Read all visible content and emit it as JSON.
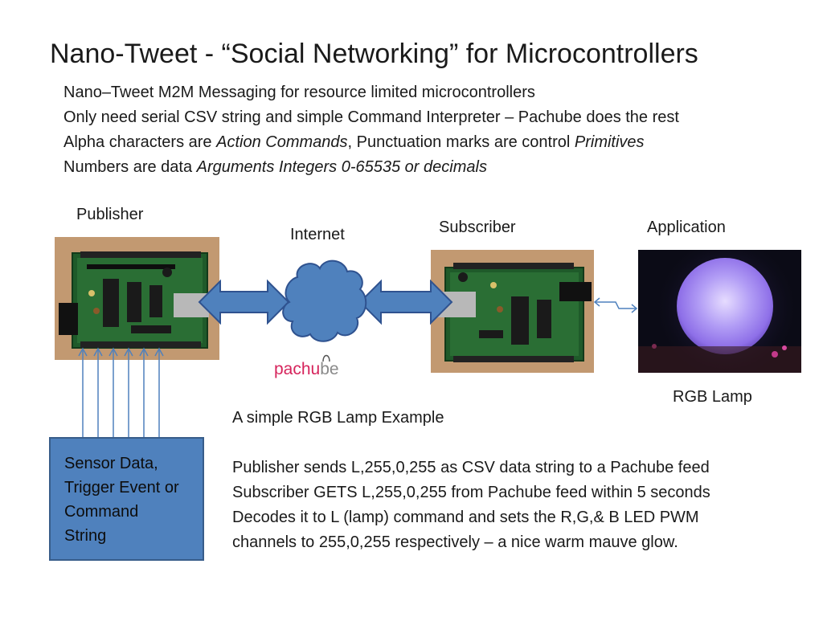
{
  "title": "Nano-Tweet  - “Social Networking” for Microcontrollers",
  "intro": {
    "line1": "Nano–Tweet M2M Messaging for resource limited microcontrollers",
    "line2": "Only need serial CSV string and simple Command Interpreter – Pachube does the rest",
    "line3_a": "Alpha characters are ",
    "line3_b": "Action Commands",
    "line3_c": ", Punctuation marks are  control ",
    "line3_d": "Primitives",
    "line4_a": "Numbers are data ",
    "line4_b": "Arguments Integers 0-65535 or decimals"
  },
  "labels": {
    "publisher": "Publisher",
    "internet": "Internet",
    "subscriber": "Subscriber",
    "application": "Application",
    "rgb_lamp": "RGB Lamp"
  },
  "logo": {
    "part1": "pachu",
    "part2": "be"
  },
  "sensor_box": [
    "Sensor Data,",
    "Trigger Event or",
    "Command",
    "String"
  ],
  "notes": [
    "A simple RGB Lamp Example",
    "",
    "Publisher sends L,255,0,255 as CSV data string to a Pachube feed",
    "Subscriber GETS  L,255,0,255 from Pachube feed within 5 seconds",
    "Decodes it to L  (lamp) command  and sets the R,G,& B LED PWM",
    "channels to 255,0,255 respectively – a nice warm mauve glow."
  ],
  "colors": {
    "arrow_fill": "#4f81bd",
    "arrow_stroke": "#2f528f",
    "cloud_fill": "#4f81bd",
    "box_fill": "#4f81bd",
    "pachube_pink": "#d6245c",
    "pachube_grey": "#8a8a8a"
  }
}
